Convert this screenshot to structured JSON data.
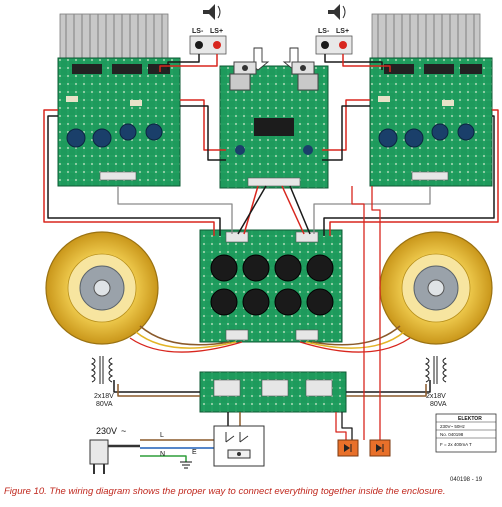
{
  "speakers": {
    "left": {
      "minus": "LS-",
      "plus": "LS+"
    },
    "right": {
      "minus": "LS-",
      "plus": "LS+"
    }
  },
  "transformers": {
    "left": {
      "line1": "2x18V",
      "line2": "80VA"
    },
    "right": {
      "line1": "2x18V",
      "line2": "80VA"
    }
  },
  "mains": {
    "voltage": "230V",
    "ac_symbol": "~",
    "line_label": "L",
    "neutral_label": "N",
    "earth_label": "E"
  },
  "rating_plate": {
    "brand": "ELEKTOR",
    "row1": "230V~  50Hz",
    "row2": "No. 040198",
    "row3": "F = 2x 400mA T"
  },
  "figure_code": "040198 - 19",
  "caption": "Figure 10. The wiring diagram shows the proper way to connect everything together inside the enclosure.",
  "colors": {
    "pcb": "#1e9a5c",
    "pcb_dark": "#157a45",
    "wire_red": "#d8261e",
    "wire_black": "#1a1a1a",
    "wire_grey": "#8a8a8a",
    "wire_brown": "#8a5a2b",
    "toroid_gold": "#e3b425",
    "caption_red": "#c0281e"
  }
}
